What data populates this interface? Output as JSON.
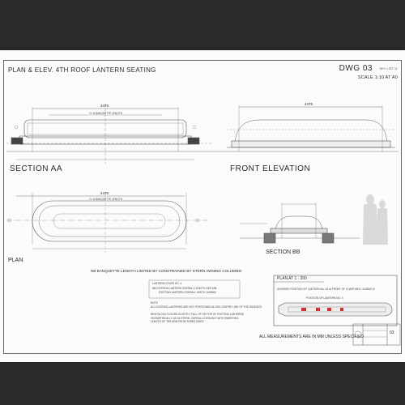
{
  "sheet": {
    "title": "PLAN & ELEV. 4TH ROOF LANTERN SEATING",
    "drawing_number": "DWG 03",
    "revision": "SKY LIST 11",
    "scale": "SCALE 1:10 AT A0",
    "footer": "ALL MEASUREMENTS ARE IN MM UNLESS SPECIFIED"
  },
  "views": {
    "section_aa": {
      "label": "SECTION AA",
      "width_dim": "4475",
      "banquette_note": "O / A BANQUETTE LENGTH"
    },
    "front_elevation": {
      "label": "FRONT ELEVATION",
      "width_dim": "4475"
    },
    "plan": {
      "label": "PLAN",
      "width_dim": "4475",
      "banquette_note": "O / A BANQUETTE LENGTH"
    },
    "section_bb": {
      "label": "SECTION BB"
    },
    "site_plan": {
      "label": "PLAN AT  1 : 200",
      "note1": "SHOWING POSITION OF LANTERN No. 4& at FRONT OF CHARTWELL SUNDECK",
      "note2": "POSITION OF LANTERN NO. 4"
    }
  },
  "notes": {
    "banquette": "NB BANQUETTE LENGTH LIMITED BY CONSTRAINED BY STERN AWNING COLUMNS!",
    "lantern_cover": "LANTERN COVER NO. 4",
    "existing_1": "NB  EXISTING LANTERN OVERALL LENGTH 4300 MM",
    "existing_2": "EXISTING LANTERN OVERALL WIDTH 1400MM",
    "note_a": "NOTE",
    "note_b": "ALL EXISTING LANTERNS ARE NOT POSITIONED ALONG CENTRE LINE OF THE SUNDECK",
    "note_c": "NEW BLOCK FLOORS SLIGHTLY FALL OF OR FOR OF EXISTING LANTERNS",
    "note_d": "GEOMETRICALLY, AS IN STERN. OVERALL STRAIGHT WITH SWEEPING LENGTH OF THE ARM FROM THREE SIDES"
  },
  "titleblock": {
    "number": "03"
  }
}
